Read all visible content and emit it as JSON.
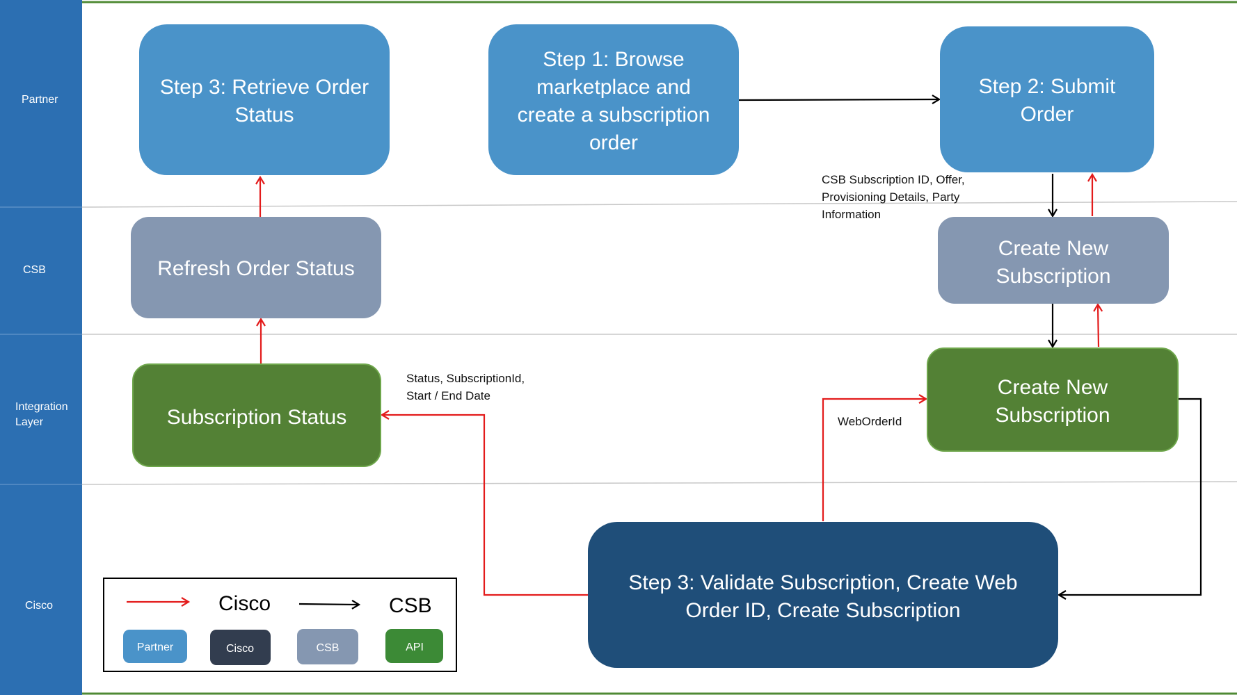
{
  "colors": {
    "lane_bar": "#2c6fb2",
    "partner_box": "#4a93c9",
    "csb_box": "#8597b1",
    "api_box": "#538135",
    "cisco_box": "#1f4e79",
    "cisco_chip": "#323d4f",
    "api_chip": "#3c8a36",
    "cisco_arrow": "#e31b1b",
    "csb_arrow": "#000000"
  },
  "lanes": {
    "partner": "Partner",
    "csb": "CSB",
    "integration": [
      "Integration",
      "Layer"
    ],
    "cisco": "Cisco"
  },
  "boxes": {
    "retrieve_status": [
      "Step 3: Retrieve Order",
      "Status"
    ],
    "browse": [
      "Step 1: Browse",
      "marketplace and",
      "create a subscription",
      "order"
    ],
    "submit_order": [
      "Step 2: Submit",
      "Order"
    ],
    "refresh_status": [
      "Refresh Order Status"
    ],
    "csb_create": [
      "Create New",
      "Subscription"
    ],
    "subscription_status": [
      "Subscription Status"
    ],
    "api_create": [
      "Create New",
      "Subscription"
    ],
    "validate": [
      "Step 3: Validate Subscription, Create Web",
      "Order ID, Create Subscription"
    ]
  },
  "notes": {
    "csb_fields": [
      "CSB Subscription ID, Offer,",
      "Provisioning Details, Party",
      "Information"
    ],
    "status_fields": [
      "Status, SubscriptionId,",
      "Start / End Date"
    ],
    "web_order": [
      "WebOrderId"
    ]
  },
  "legend": {
    "cisco_label": "Cisco",
    "csb_label": "CSB",
    "chips": {
      "partner": "Partner",
      "cisco": "Cisco",
      "csb": "CSB",
      "api": "API"
    }
  }
}
